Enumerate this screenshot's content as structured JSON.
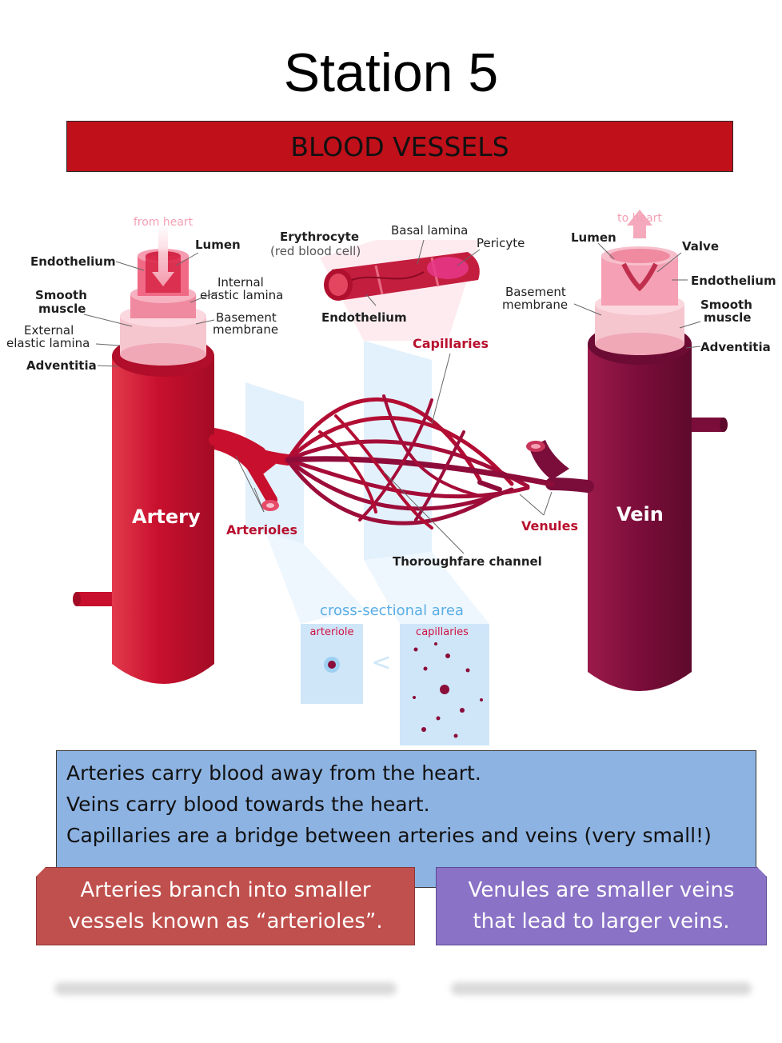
{
  "title": "Station 5",
  "banner": "BLOOD VESSELS",
  "diagram": {
    "from_heart": "from heart",
    "to_heart": "to heart",
    "artery": "Artery",
    "vein": "Vein",
    "arterioles": "Arterioles",
    "venules": "Venules",
    "capillaries": "Capillaries",
    "thoroughfare": "Thoroughfare channel",
    "artery_labels": {
      "lumen": "Lumen",
      "endothelium": "Endothelium",
      "smooth_muscle_1": "Smooth",
      "smooth_muscle_2": "muscle",
      "internal_elastic_1": "Internal",
      "internal_elastic_2": "elastic lamina",
      "basement_1": "Basement",
      "basement_2": "membrane",
      "external_elastic_1": "External",
      "external_elastic_2": "elastic lamina",
      "adventitia": "Adventitia"
    },
    "capillary_labels": {
      "erythrocyte": "Erythrocyte",
      "red_blood_cell": "(red blood cell)",
      "basal_lamina": "Basal lamina",
      "pericyte": "Pericyte",
      "endothelium": "Endothelium"
    },
    "vein_labels": {
      "lumen": "Lumen",
      "valve": "Valve",
      "endothelium": "Endothelium",
      "basement_1": "Basement",
      "basement_2": "membrane",
      "smooth_muscle_1": "Smooth",
      "smooth_muscle_2": "muscle",
      "adventitia": "Adventitia"
    },
    "cross_section": {
      "title": "cross-sectional area",
      "arteriole": "arteriole",
      "capillaries": "capillaries",
      "less_than": "<"
    }
  },
  "info_lines": [
    "Arteries carry blood away from the heart.",
    "Veins carry blood towards the heart.",
    "Capillaries are a bridge between arteries and veins (very small!)"
  ],
  "callout_left": [
    "Arteries branch into smaller",
    "vessels known as “arterioles”."
  ],
  "callout_right": [
    "Venules are smaller veins",
    "that lead to larger veins."
  ],
  "colors": {
    "artery": "#c8102e",
    "vein": "#7b0d3a",
    "banner": "#c0101a",
    "info_box": "#8db3e2",
    "callout_left": "#c0504d",
    "callout_right": "#8a72c6",
    "label_red": "#b8102e",
    "cross_section_blue": "#5aaee6"
  }
}
